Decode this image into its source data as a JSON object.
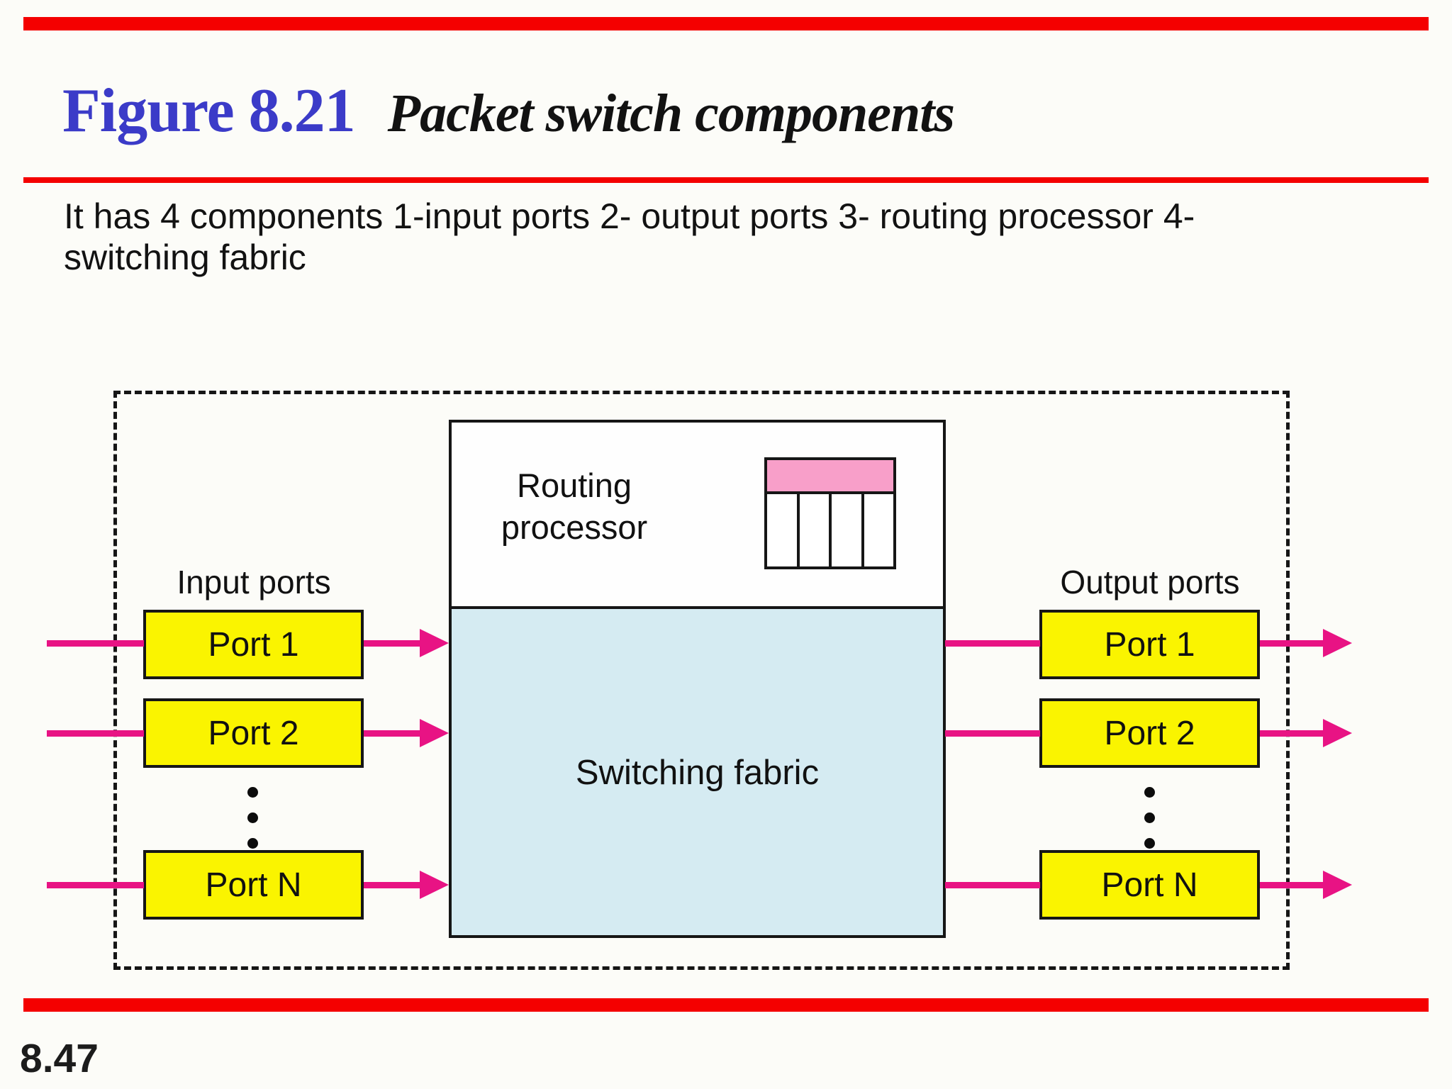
{
  "slide": {
    "figure_label": "Figure 8.21",
    "figure_title": "Packet switch components",
    "body_line1": "It has 4 components 1-input ports 2- output ports 3- routing processor 4-",
    "body_line2": "switching fabric",
    "page_number": "8.47"
  },
  "diagram": {
    "input_ports_label": "Input ports",
    "output_ports_label": "Output ports",
    "routing_processor_line1": "Routing",
    "routing_processor_line2": "processor",
    "switching_fabric_label": "Switching fabric",
    "input_ports": [
      "Port 1",
      "Port 2",
      "Port N"
    ],
    "output_ports": [
      "Port 1",
      "Port 2",
      "Port N"
    ],
    "colors": {
      "accent_red": "#F40000",
      "figure_label_blue": "#3B3BC8",
      "port_yellow": "#FAF400",
      "arrow_magenta": "#E81384",
      "fabric_light_blue": "#D5EBF2",
      "table_header_pink": "#F89FC9"
    }
  }
}
